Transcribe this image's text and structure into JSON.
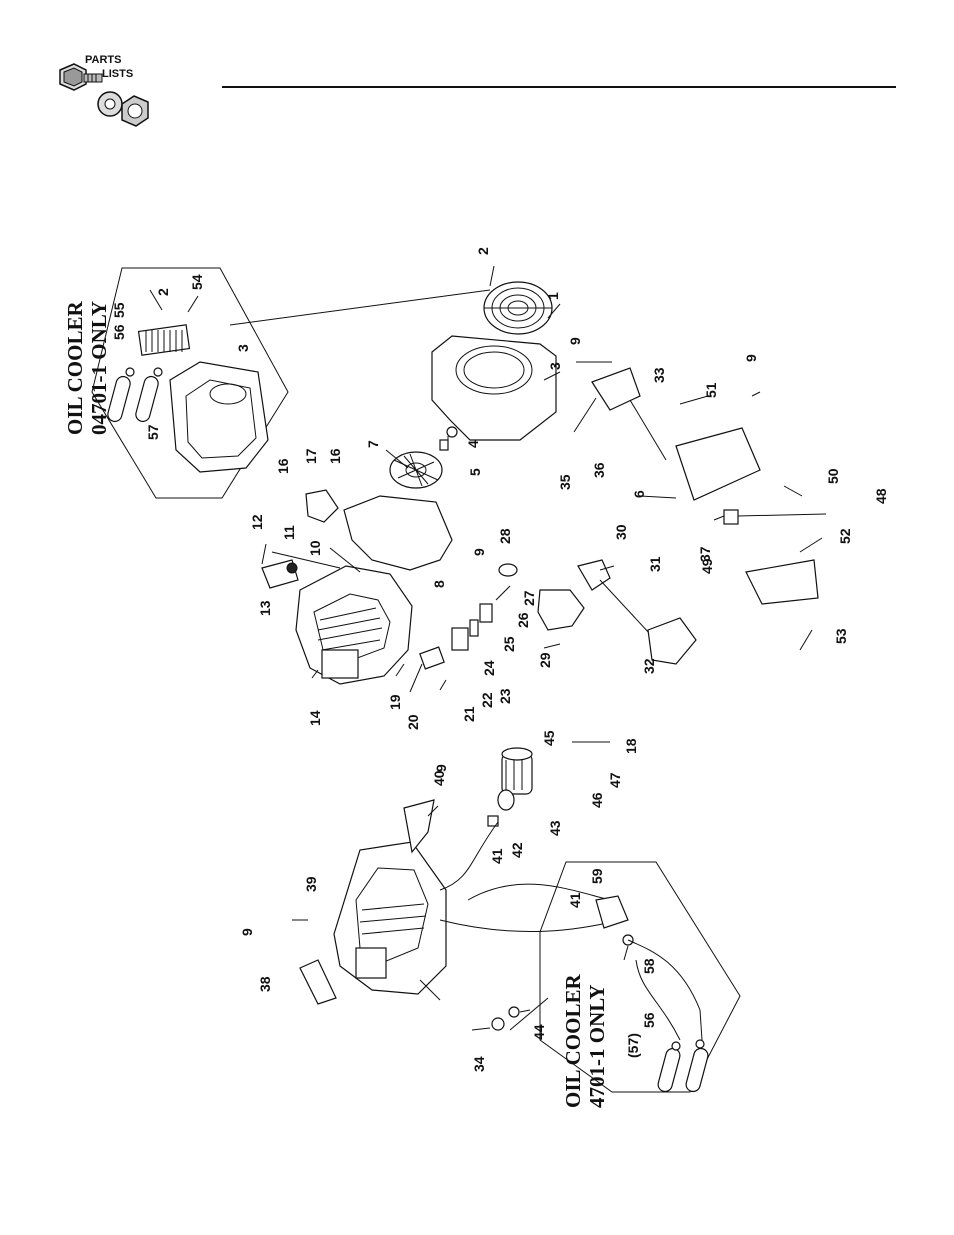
{
  "header": {
    "logo_line1": "PARTS",
    "logo_line2": "LISTS"
  },
  "callouts": {
    "c1": "1",
    "c2a": "2",
    "c2b": "2",
    "c3a": "3",
    "c3b": "3",
    "c4": "4",
    "c5": "5",
    "c6": "6",
    "c7": "7",
    "c8": "8",
    "c9a": "9",
    "c9b": "9",
    "c9c": "9",
    "c9d": "9",
    "c9e": "9",
    "c10": "10",
    "c11": "11",
    "c12": "12",
    "c13": "13",
    "c14": "14",
    "c16a": "16",
    "c16b": "16",
    "c17": "17",
    "c18": "18",
    "c19": "19",
    "c20": "20",
    "c21": "21",
    "c22": "22",
    "c23": "23",
    "c24": "24",
    "c25": "25",
    "c26": "26",
    "c27": "27",
    "c28": "28",
    "c29": "29",
    "c30": "30",
    "c31": "31",
    "c32": "32",
    "c33": "33",
    "c34": "34",
    "c35": "35",
    "c36": "36",
    "c37": "37",
    "c38": "38",
    "c39": "39",
    "c40": "40",
    "c41a": "41",
    "c41b": "41",
    "c42": "42",
    "c43": "43",
    "c44": "44",
    "c45": "45",
    "c46": "46",
    "c47": "47",
    "c48": "48",
    "c49": "49",
    "c50": "50",
    "c51": "51",
    "c52": "52",
    "c53": "53",
    "c54": "54",
    "c55": "55",
    "c56a": "56",
    "c56b": "56",
    "c57a": "57",
    "c57b": "(57)",
    "c58": "58",
    "c59": "59"
  },
  "inset_top": {
    "title_line1": "OIL COOLER",
    "title_line2": "04701-1 ONLY"
  },
  "inset_bottom": {
    "title_line1": "OIL COOLER",
    "title_line2": "4701-1 ONLY"
  }
}
